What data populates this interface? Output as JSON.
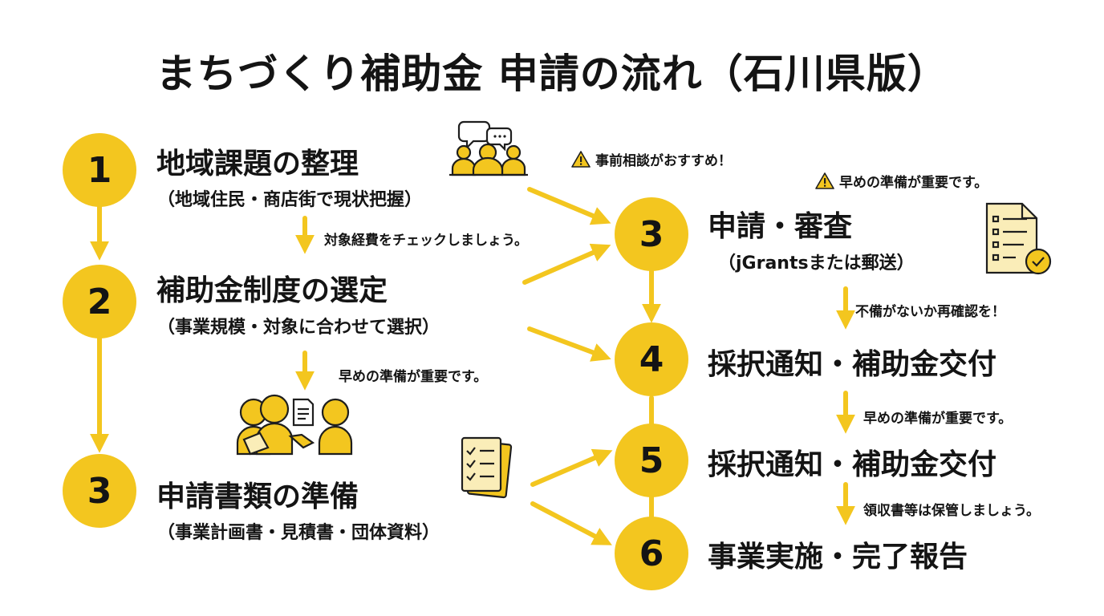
{
  "title": "まちづくり補助金 申請の流れ（石川県版）",
  "steps": {
    "s1": {
      "number": "1",
      "title": "地域課題の整理",
      "subtitle": "（地域住民・商店街で現状把握）"
    },
    "s2": {
      "number": "2",
      "title": "補助金制度の選定",
      "subtitle": "（事業規模・対象に合わせて選択）"
    },
    "s3a": {
      "number": "3",
      "title": "申請書類の準備",
      "subtitle": "（事業計画書・見積書・団体資料）"
    },
    "s3b": {
      "number": "3",
      "title": "申請・審査",
      "subtitle": "（jGrantsまたは郵送）"
    },
    "s4": {
      "number": "4",
      "title": "採択通知・補助金交付"
    },
    "s5": {
      "number": "5",
      "title": "採択通知・補助金交付"
    },
    "s6": {
      "number": "6",
      "title": "事業実施・完了報告"
    }
  },
  "notes": {
    "consult": "事前相談がおすすめ！",
    "prep_top": "早めの準備が重要です。",
    "check_costs": "対象経費をチェックしましょう。",
    "prep_left": "早めの準備が重要です。",
    "recheck": "不備がないか再確認を！",
    "prep_right": "早めの準備が重要です。",
    "receipts": "領収書等は保管しましょう。"
  },
  "icons": {
    "people": "people-chat-icon",
    "handshake": "handshake-icon",
    "checklist": "checklist-icon",
    "document_check": "document-check-icon",
    "warning": "warning-icon"
  },
  "colors": {
    "accent": "#f3c61f",
    "text": "#141414",
    "paper": "#faedb8"
  }
}
